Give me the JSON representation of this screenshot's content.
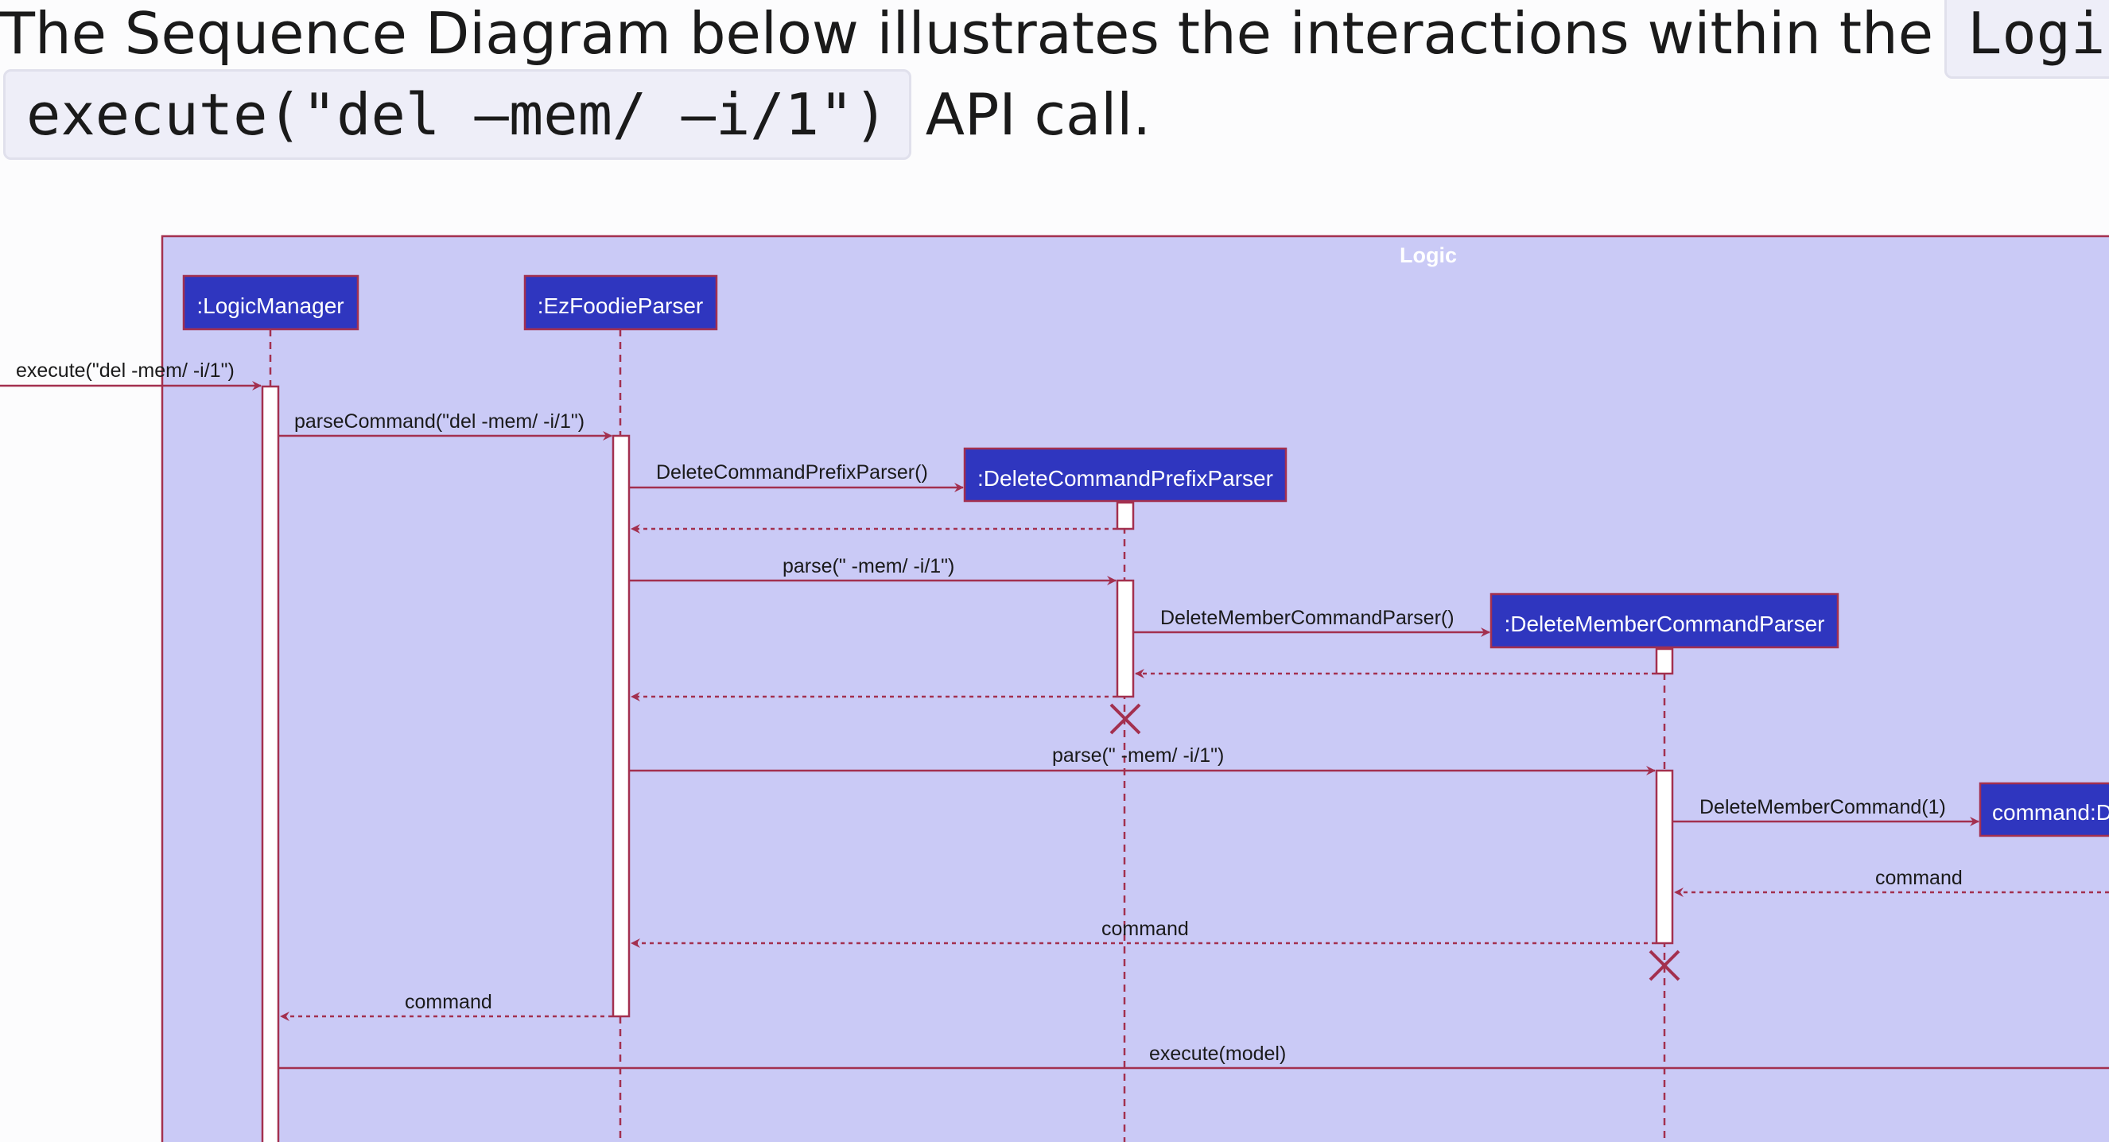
{
  "intro": {
    "text_before": "The Sequence Diagram below illustrates the interactions within the",
    "code_component": "Logic",
    "code_call": "execute(\"del –mem/ –i/1\")",
    "text_after": "API call."
  },
  "diagram": {
    "frame_title": "Logic",
    "participants": {
      "logic_manager": ":LogicManager",
      "parser": ":EzFoodieParser",
      "prefix_parser": ":DeleteCommandPrefixParser",
      "member_parser": ":DeleteMemberCommandParser",
      "command": "command:D"
    },
    "messages": {
      "m1": "execute(\"del -mem/ -i/1\")",
      "m2": "parseCommand(\"del -mem/ -i/1\")",
      "m3": "DeleteCommandPrefixParser()",
      "m4": "parse(\" -mem/ -i/1\")",
      "m5": "DeleteMemberCommandParser()",
      "m6": "parse(\" -mem/ -i/1\")",
      "m7": "DeleteMemberCommand(1)",
      "m8": "command",
      "m9": "command",
      "m10": "command",
      "m11": "execute(model)"
    },
    "colors": {
      "frame_fill": "#cacaf6",
      "participant_fill": "#2f36bf",
      "line": "#a3304f"
    }
  }
}
